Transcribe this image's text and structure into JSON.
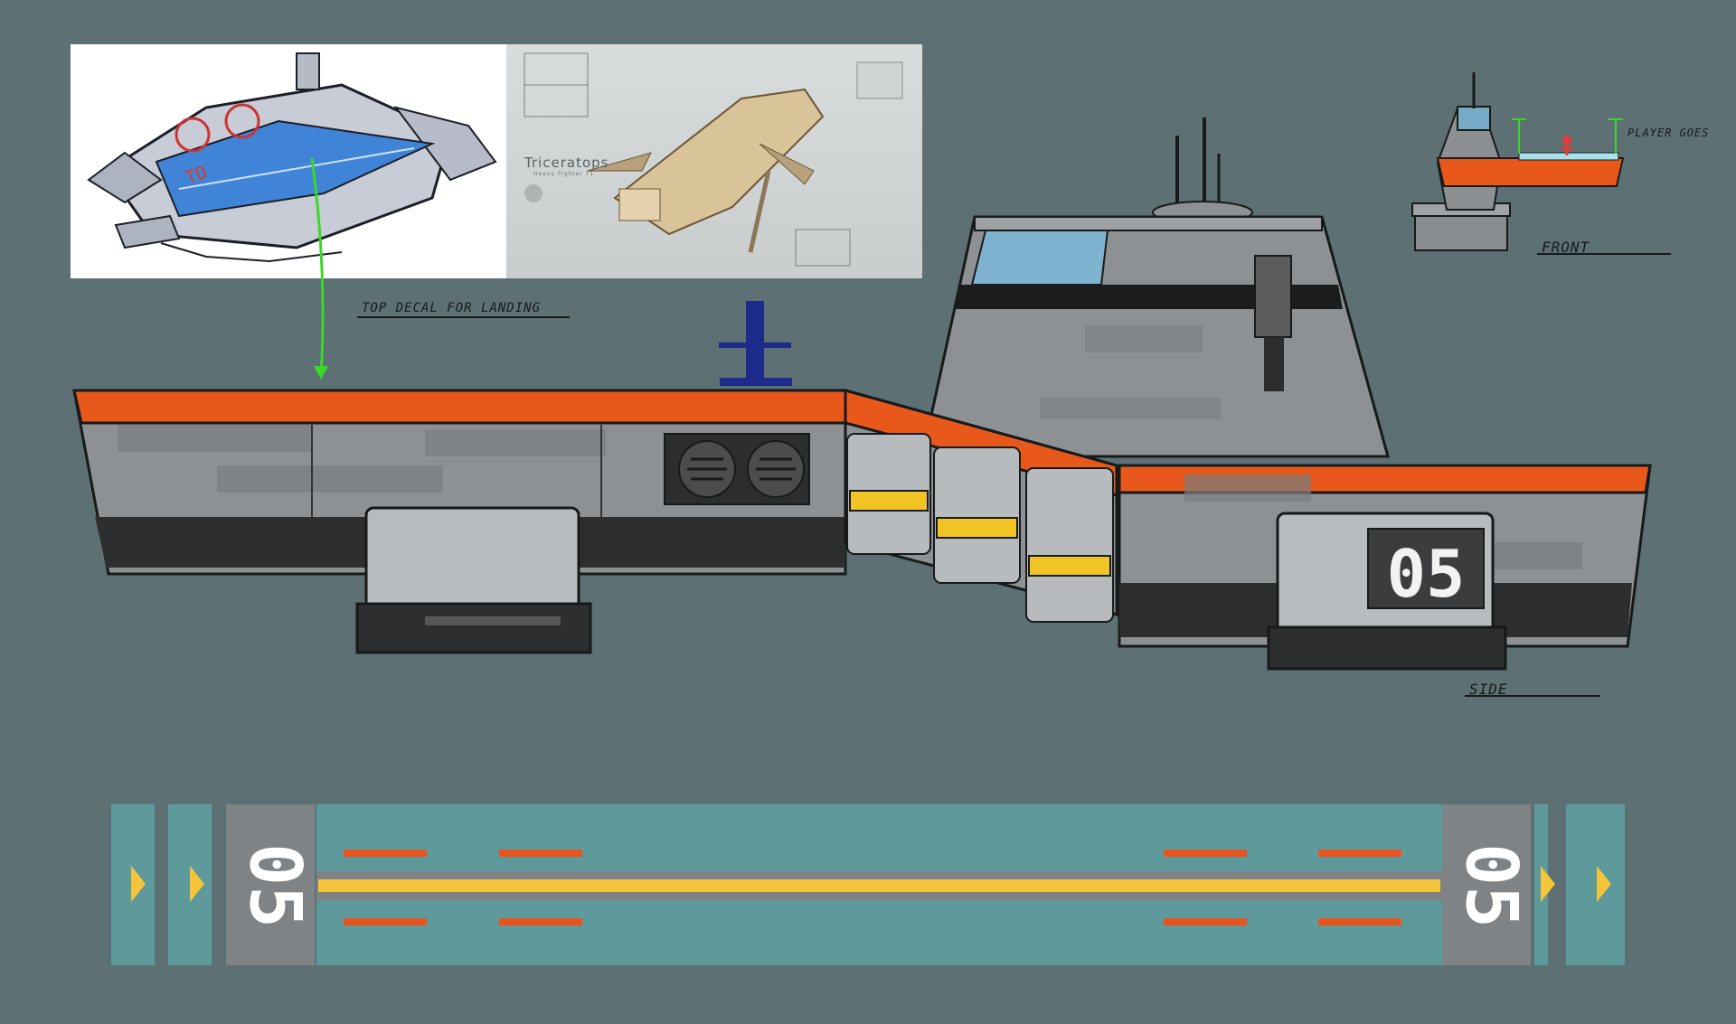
{
  "reference_images": {
    "left": {},
    "right": {
      "title": "Triceratops",
      "subtitle": "Heavy Fighter T1"
    }
  },
  "annotations": {
    "decal_note": "Top decal for landing",
    "player_note": "Player goes",
    "front_label": "Front",
    "side_label": "Side"
  },
  "ship": {
    "hull_number": "05"
  },
  "landing_strip": {
    "end_number_left": "05",
    "end_number_right": "05"
  },
  "colors": {
    "background": "#5d7073",
    "hull_orange": "#e8581a",
    "hull_grey": "#8e9193",
    "strip_teal": "#5e9a9b",
    "strip_yellow": "#f4c53a",
    "strip_red": "#e9531d",
    "deck_blue": "#3f7fd6",
    "guide_green": "#39d82a"
  },
  "icons": [
    "arrow-right-icon",
    "player-figure-icon"
  ]
}
